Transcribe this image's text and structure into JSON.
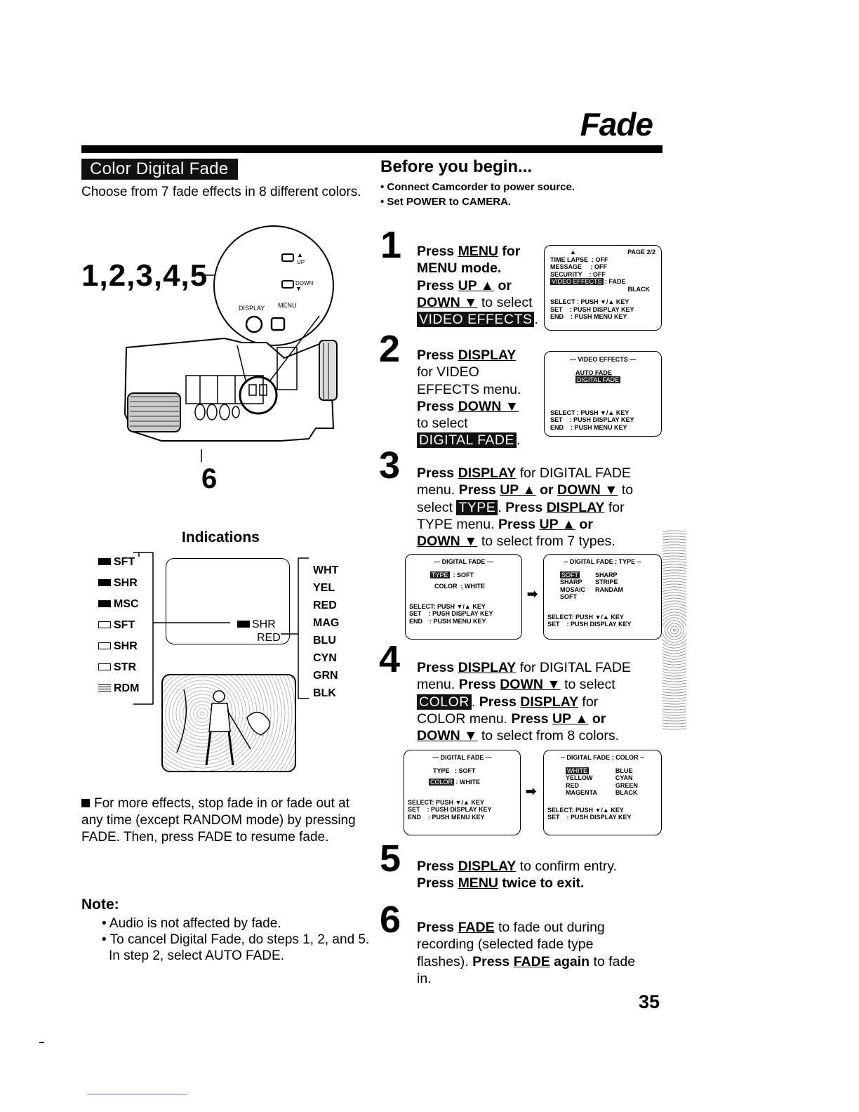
{
  "header": {
    "title": "Fade"
  },
  "left": {
    "section_label": "Color Digital Fade",
    "intro": "Choose from 7 fade effects in 8 different colors.",
    "callout_numbers": "1,2,3,4,5",
    "callout_six": "6",
    "camera_labels": {
      "up": "UP",
      "down": "DOWN",
      "display": "DISPLAY",
      "menu": "MENU"
    },
    "indications_title": "Indications",
    "types": [
      "SFT",
      "SHR",
      "MSC",
      "SFT",
      "SHR",
      "STR",
      "RDM"
    ],
    "colors": [
      "WHT",
      "YEL",
      "RED",
      "MAG",
      "BLU",
      "CYN",
      "GRN",
      "BLK"
    ],
    "tv_readout": {
      "type": "SHR",
      "color": "RED"
    },
    "more_effects": "For more effects, stop fade in or fade out at any time (except RANDOM mode) by pressing FADE. Then, press FADE to resume fade.",
    "note_title": "Note:",
    "notes": [
      "Audio is not affected by fade.",
      "To cancel Digital Fade, do steps 1, 2, and 5. In step 2, select AUTO FADE."
    ]
  },
  "right": {
    "before_title": "Before you begin...",
    "before_items": [
      "Connect Camcorder to power source.",
      "Set POWER to CAMERA."
    ],
    "steps": [
      {
        "num": "1"
      },
      {
        "num": "2"
      },
      {
        "num": "3"
      },
      {
        "num": "4"
      },
      {
        "num": "5"
      },
      {
        "num": "6"
      }
    ],
    "words": {
      "press": "Press",
      "menu": "MENU",
      "up": "UP",
      "down": "DOWN",
      "display": "DISPLAY",
      "fade": "FADE",
      "video_effects": "VIDEO EFFECTS",
      "digital_fade": "DIGITAL FADE",
      "type": "TYPE",
      "color": "COLOR"
    },
    "screen1": {
      "page": "PAGE 2/2",
      "rows": [
        "TIME LAPSE  : OFF",
        "MESSAGE     : OFF",
        "SECURITY    : OFF"
      ],
      "hl": "VIDEO EFFECTS",
      "hl_val": ": FADE",
      "hl_val2": "BLACK",
      "foot": [
        "SELECT : PUSH ▼/▲ KEY",
        "SET    : PUSH DISPLAY KEY",
        "END    : PUSH MENU KEY"
      ]
    },
    "screen2": {
      "head": "--- VIDEO EFFECTS ---",
      "item1": "AUTO FADE",
      "hl": "DIGITAL FADE",
      "foot": [
        "SELECT : PUSH ▼/▲ KEY",
        "SET    : PUSH DISPLAY KEY",
        "END    : PUSH MENU KEY"
      ]
    },
    "screen3a": {
      "head": "--- DIGITAL FADE ---",
      "hl": "TYPE",
      "val1": ": SOFT",
      "row2": "COLOR  ; WHITE",
      "foot": [
        "SELECT: PUSH ▼/▲ KEY",
        "SET    : PUSH DISPLAY KEY",
        "END    : PUSH MENU KEY"
      ]
    },
    "screen3b": {
      "head": "-- DIGITAL FADE ; TYPE --",
      "hl": "SOFT",
      "col1": [
        "SHARP",
        "MOSAIC",
        "SOFT"
      ],
      "col2": [
        "SHARP",
        "STRIPE",
        "RANDAM"
      ],
      "foot": [
        "SELECT: PUSH ▼/▲ KEY",
        "SET    : PUSH DISPLAY KEY"
      ]
    },
    "screen4a": {
      "head": "--- DIGITAL FADE ---",
      "row1": "TYPE   : SOFT",
      "hl": "COLOR",
      "val2": ": WHITE",
      "foot": [
        "SELECT: PUSH ▼/▲ KEY",
        "SET    : PUSH DISPLAY KEY",
        "END    : PUSH MENU KEY"
      ]
    },
    "screen4b": {
      "head": "-- DIGITAL FADE ; COLOR --",
      "hl": "WHITE",
      "col1": [
        "YELLOW",
        "RED",
        "MAGENTA"
      ],
      "col2": [
        "BLUE",
        "CYAN",
        "GREEN",
        "BLACK"
      ],
      "foot": [
        "SELECT: PUSH ▼/▲ KEY",
        "SET    : PUSH DISPLAY KEY"
      ]
    }
  },
  "footer": {
    "page_number": "35"
  }
}
